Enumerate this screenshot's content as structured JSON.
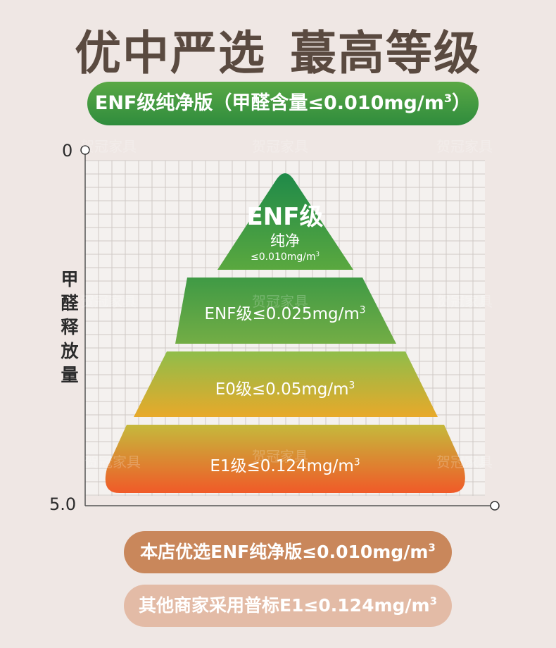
{
  "title_left": "优中严选",
  "title_right": "蕞高等级",
  "top_pill": {
    "text": "ENF级纯净版（甲醛含量≤0.010mg/m",
    "sup": "3",
    "close": "）"
  },
  "axis": {
    "y_top": "0",
    "y_bottom": "5.0",
    "ylabel_chars": [
      "甲",
      "醛",
      "释",
      "放",
      "量"
    ]
  },
  "tiers": [
    {
      "name": "ENF级",
      "sub": "纯净",
      "limit": "≤0.010mg/m",
      "sup": "3",
      "color_top": "#1f8a49",
      "color_bottom": "#5aa83f"
    },
    {
      "label": "ENF级≤0.025mg/m",
      "sup": "3",
      "color_top": "#3f9a45",
      "color_bottom": "#73ad45"
    },
    {
      "label": "E0级≤0.05mg/m",
      "sup": "3",
      "color_top": "#8fbd4a",
      "color_bottom": "#e8a92a"
    },
    {
      "label": "E1级≤0.124mg/m",
      "sup": "3",
      "color_top": "#c5b93c",
      "color_bottom": "#f05a28"
    }
  ],
  "comparison": {
    "ours": {
      "text": "本店优选ENF纯净版≤0.010mg/m",
      "sup": "3"
    },
    "others": {
      "text": "其他商家采用普标E1≤0.124mg/m",
      "sup": "3"
    }
  },
  "watermark": "贺冠家具"
}
